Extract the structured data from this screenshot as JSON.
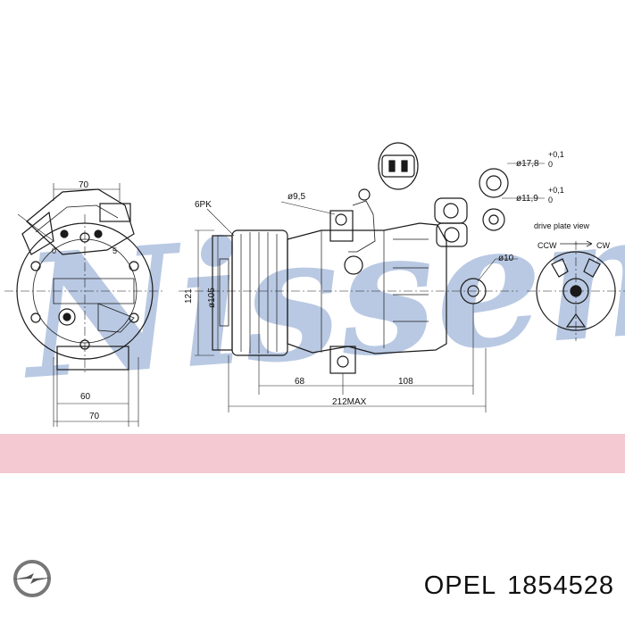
{
  "watermark": "Nissens",
  "watermark_color": "#b9c9e3",
  "band_color": "#f4c9d2",
  "dimensions": {
    "top_width": "70",
    "belt": "6PK",
    "bolt_dia": "ø9,5",
    "height": "121",
    "pulley_dia": "ø105",
    "port_a": "ø17,8",
    "port_a_tol": "+0,1",
    "port_a_tol2": "0",
    "port_b": "ø11,9",
    "port_b_tol": "+0,1",
    "port_b_tol2": "0",
    "mount_dia": "ø10",
    "dist_left": "68",
    "dist_right": "108",
    "overall": "212MAX",
    "bottom_60": "60",
    "bottom_70": "70",
    "angle_a": "0",
    "angle_b": "5"
  },
  "drive_plate": {
    "title": "drive plate view",
    "ccw": "CCW",
    "cw": "CW"
  },
  "brand": {
    "logo_icon": "opel-blitz-logo",
    "name": "OPEL",
    "part_number": "1854528"
  }
}
